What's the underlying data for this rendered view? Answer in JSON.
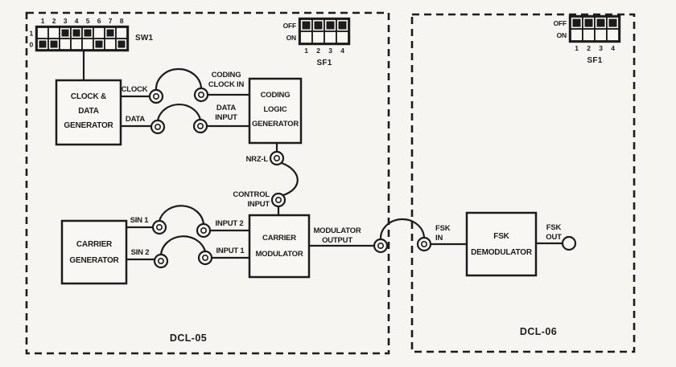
{
  "boards": {
    "dcl05": {
      "label": "DCL-05"
    },
    "dcl06": {
      "label": "DCL-06"
    }
  },
  "switches": {
    "sw1": {
      "label": "SW1",
      "col_labels": [
        "1",
        "2",
        "3",
        "4",
        "5",
        "6",
        "7",
        "8"
      ],
      "row_labels": [
        "1",
        "0"
      ],
      "rows": [
        [
          0,
          0,
          1,
          1,
          1,
          0,
          1,
          0
        ],
        [
          1,
          1,
          0,
          0,
          0,
          1,
          0,
          1
        ]
      ]
    },
    "sf1_dcl05": {
      "label": "SF1",
      "col_labels": [
        "1",
        "2",
        "3",
        "4"
      ],
      "row_labels": [
        "OFF",
        "ON"
      ],
      "rows": [
        [
          1,
          1,
          1,
          1
        ],
        [
          0,
          0,
          0,
          0
        ]
      ]
    },
    "sf1_dcl06": {
      "label": "SF1",
      "col_labels": [
        "1",
        "2",
        "3",
        "4"
      ],
      "row_labels": [
        "OFF",
        "ON"
      ],
      "rows": [
        [
          1,
          1,
          1,
          1
        ],
        [
          0,
          0,
          0,
          0
        ]
      ]
    }
  },
  "blocks": {
    "clock_data_generator": {
      "lines": [
        "CLOCK &",
        "DATA",
        "GENERATOR"
      ]
    },
    "coding_logic_generator": {
      "lines": [
        "CODING",
        "LOGIC",
        "GENERATOR"
      ]
    },
    "carrier_generator": {
      "lines": [
        "CARRIER",
        "GENERATOR"
      ]
    },
    "carrier_modulator": {
      "lines": [
        "CARRIER",
        "MODULATOR"
      ]
    },
    "fsk_demodulator": {
      "lines": [
        "FSK",
        "DEMODULATOR"
      ]
    }
  },
  "ports": {
    "clock": "CLOCK",
    "coding_clock_in": [
      "CODING",
      "CLOCK IN"
    ],
    "data": "DATA",
    "data_input": [
      "DATA",
      "INPUT"
    ],
    "nrz_l": "NRZ-L",
    "control_input": [
      "CONTROL",
      "INPUT"
    ],
    "sin1": "SIN 1",
    "sin2": "SIN 2",
    "input2": "INPUT 2",
    "input1": "INPUT 1",
    "modulator_output": [
      "MODULATOR",
      "OUTPUT"
    ],
    "fsk_in": [
      "FSK",
      "IN"
    ],
    "fsk_out": [
      "FSK",
      "OUT"
    ]
  },
  "connections": [
    {
      "from": "CLOCK",
      "to": "CODING CLOCK IN"
    },
    {
      "from": "DATA",
      "to": "DATA INPUT"
    },
    {
      "from": "NRZ-L",
      "to": "CONTROL INPUT"
    },
    {
      "from": "SIN 1",
      "to": "INPUT 2"
    },
    {
      "from": "SIN 2",
      "to": "INPUT 1"
    },
    {
      "from": "MODULATOR OUTPUT",
      "to": "FSK IN"
    }
  ],
  "colors": {
    "ink": "#1c1c1c",
    "paper": "#f6f5f1"
  }
}
